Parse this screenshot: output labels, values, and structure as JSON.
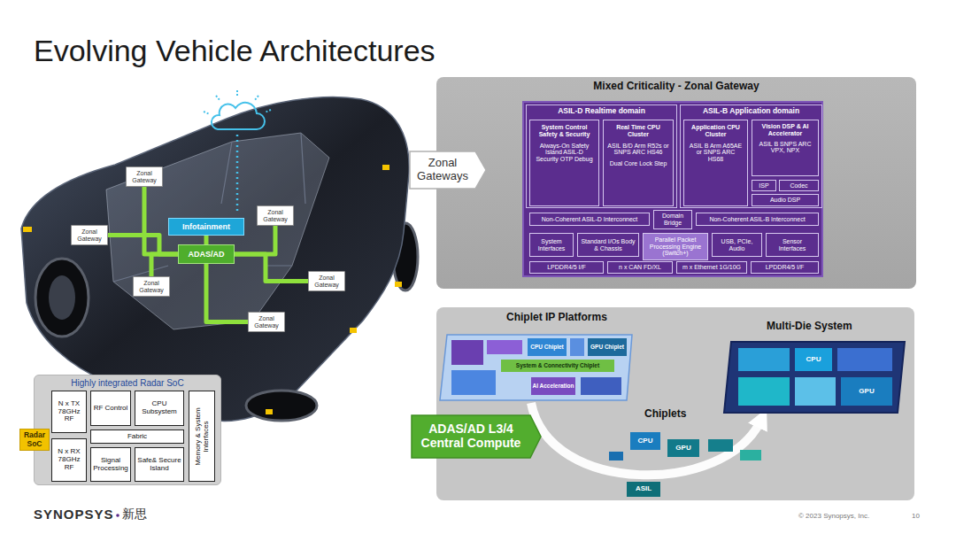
{
  "diagram": {
    "title": "Evolving Vehicle Architectures",
    "nodes": [
      {
        "text": [
          "Zonal Gateway"
        ]
      },
      {
        "text": [
          "Zonal Gateway"
        ]
      },
      {
        "text": [
          "Infotainment"
        ]
      },
      {
        "text": [
          "Zonal Gateway"
        ]
      },
      {
        "text": [
          "ADAS/AD"
        ]
      },
      {
        "text": [
          "Zonal Gateway"
        ]
      },
      {
        "text": [
          "Zonal Gateway"
        ]
      },
      {
        "text": [
          "Zonal Gateway"
        ]
      },
      {
        "text": [
          "Zonal Gateways"
        ]
      },
      {
        "text": [
          "Mixed Criticality - Zonal Gateway"
        ]
      },
      {
        "text": [
          "ASIL-D Realtime domain"
        ],
        "in": 9
      },
      {
        "text": [
          "ASIL-B Application domain"
        ],
        "in": 9
      },
      {
        "text": [
          "System Control Safety & Security",
          "Always-On Safety Island ASIL-D Security OTP Debug"
        ],
        "in": 10
      },
      {
        "text": [
          "Real Time CPU Cluster",
          "ASIL B/D Arm R52s or SNPS ARC HS46",
          "Dual Core Lock Step"
        ],
        "in": 10
      },
      {
        "text": [
          "Application CPU Cluster",
          "ASIL B Arm A65AE or SNPS ARC HS68"
        ],
        "in": 11
      },
      {
        "text": [
          "Vision DSP & AI Accelerator",
          "ASIL B SNPS ARC VPX, NPX"
        ],
        "in": 11
      },
      {
        "text": [
          "ISP"
        ],
        "in": 11
      },
      {
        "text": [
          "Codec"
        ],
        "in": 11
      },
      {
        "text": [
          "Audio DSP"
        ],
        "in": 11
      },
      {
        "text": [
          "Non-Coherent ASIL-D Interconnect"
        ],
        "in": 9
      },
      {
        "text": [
          "Domain Bridge"
        ],
        "in": 9
      },
      {
        "text": [
          "Non-Coherent ASIL-B Interconnect"
        ],
        "in": 9
      },
      {
        "text": [
          "System Interfaces"
        ],
        "in": 9
      },
      {
        "text": [
          "Standard I/Os Body & Chassis"
        ],
        "in": 9
      },
      {
        "text": [
          "Parallel Packet Processing Engine (Switch+)"
        ],
        "in": 9
      },
      {
        "text": [
          "USB, PCIe, Audio"
        ],
        "in": 9
      },
      {
        "text": [
          "Sensor Interfaces"
        ],
        "in": 9
      },
      {
        "text": [
          "LPDDR4/5 I/F"
        ],
        "in": 9
      },
      {
        "text": [
          "n x CAN FD/XL"
        ],
        "in": 9
      },
      {
        "text": [
          "m x Ethernet 1G/10G"
        ],
        "in": 9
      },
      {
        "text": [
          "LPDDR4/5 I/F"
        ],
        "in": 9
      },
      {
        "text": [
          "CPU Chiplet"
        ]
      },
      {
        "text": [
          "GPU Chiplet"
        ]
      },
      {
        "text": [
          "System & Connectivity Chiplet"
        ]
      },
      {
        "text": [
          "AI Acceleration"
        ]
      },
      {
        "text": [
          "CPU"
        ]
      },
      {
        "text": [
          "GPU"
        ]
      },
      {
        "text": [
          "ADAS/AD L3/4 Central Compute"
        ]
      },
      {
        "text": [
          "CPU"
        ]
      },
      {
        "text": [
          "GPU"
        ]
      },
      {
        "text": [
          "ASIL"
        ]
      },
      {
        "text": [
          "Highly integrated Radar SoC"
        ]
      },
      {
        "text": [
          "N x TX 78GHz RF"
        ],
        "in": 41
      },
      {
        "text": [
          "RF Control"
        ],
        "in": 41
      },
      {
        "text": [
          "CPU Subsystem"
        ],
        "in": 41
      },
      {
        "text": [
          "Fabric"
        ],
        "in": 41
      },
      {
        "text": [
          "N x RX 78GHz RF"
        ],
        "in": 41
      },
      {
        "text": [
          "Signal Processing"
        ],
        "in": 41
      },
      {
        "text": [
          "Safe& Secure Island"
        ],
        "in": 41
      },
      {
        "text": [
          "Memory & System Interfaces"
        ],
        "in": 41
      },
      {
        "text": [
          "Radar SoC"
        ]
      }
    ],
    "edges": [
      {
        "from": 0,
        "to": 4,
        "arrow": "none"
      },
      {
        "from": 1,
        "to": 4,
        "arrow": "none"
      },
      {
        "from": 2,
        "to": 4,
        "arrow": "none"
      },
      {
        "from": 3,
        "to": 4,
        "arrow": "none"
      },
      {
        "from": 5,
        "to": 4,
        "arrow": "none"
      },
      {
        "from": 6,
        "to": 4,
        "arrow": "none"
      },
      {
        "from": 7,
        "to": 4,
        "arrow": "none"
      }
    ],
    "labels": [
      "Chiplet IP Platforms",
      "Multi-Die System",
      "Chiplets",
      "SYNOPSYS",
      "新思",
      "© 2023 Synopsys, Inc.",
      "10"
    ]
  }
}
